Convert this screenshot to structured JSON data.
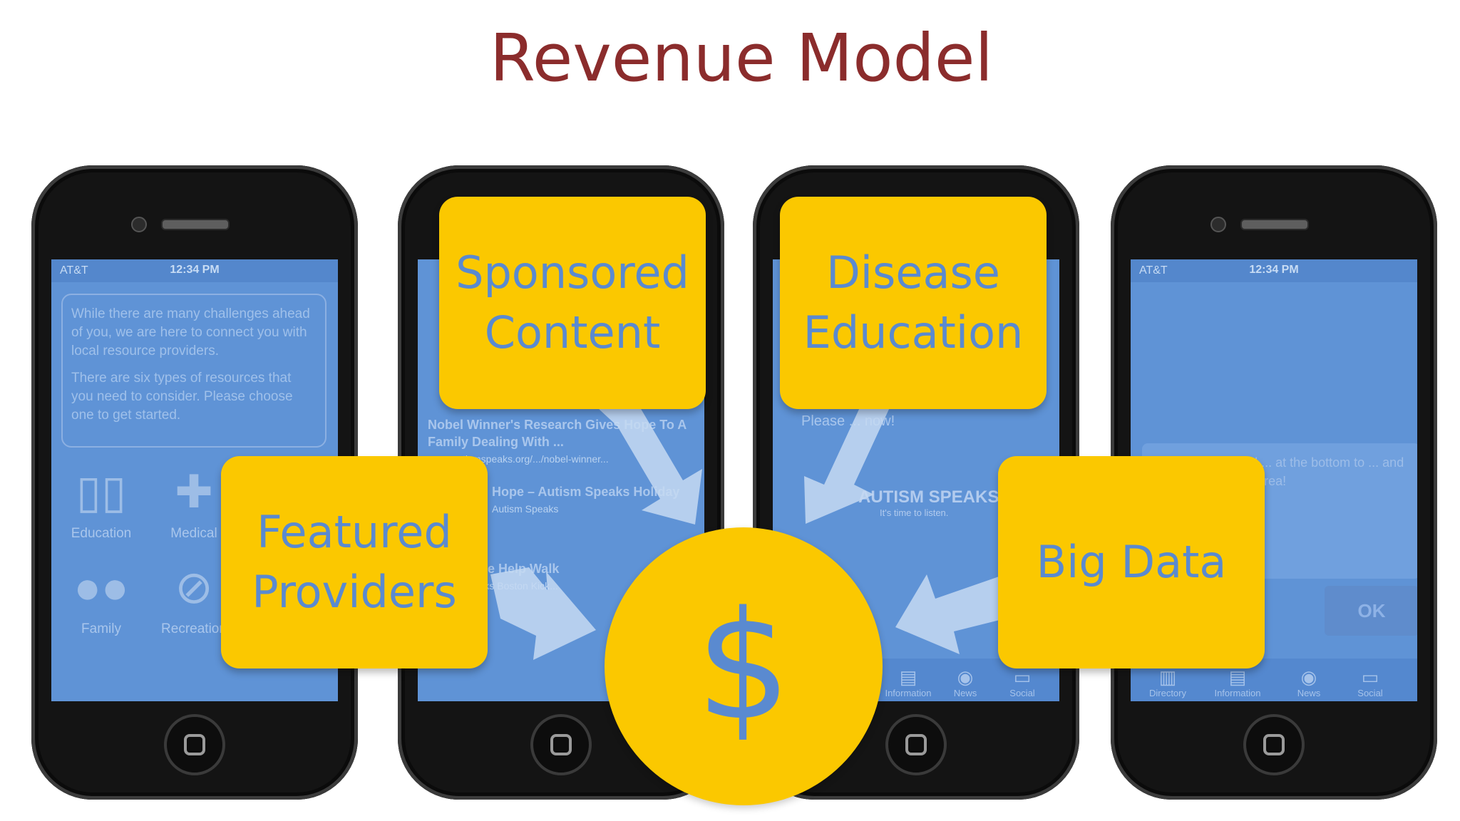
{
  "title": "Revenue Model",
  "phones": {
    "status": {
      "carrier": "AT&T",
      "time": "12:34 PM"
    },
    "phone1": {
      "intro_1": "While there are many challenges ahead of you, we are here to connect you with local resource providers.",
      "intro_2": "There are six types of resources that you need to consider. Please choose one to get started.",
      "categories": [
        "Education",
        "Medical",
        "Family",
        "Recreation"
      ]
    },
    "phone2": {
      "items": [
        {
          "headline": "Nobel Winner's Research Gives Hope To A Family Dealing With ...",
          "url": "www.autismspeaks.org/.../nobel-winner..."
        },
        {
          "headline": "Hope – Autism Speaks Holiday",
          "url": "Autism Speaks"
        },
        {
          "headline": "Fund Hope Help Walk",
          "url": "Autism Speaks Boston Kick..."
        }
      ]
    },
    "phone3": {
      "prompt": "Please ... now!",
      "logo": "AUTISM SPEAKS",
      "logo_tag": "It's time to listen.",
      "tabs": [
        "Information",
        "News",
        "Social"
      ]
    },
    "phone4": {
      "alert": "... information and ... at the bottom to ... and interact ... in your area!",
      "ok": "OK",
      "tabs": [
        "Directory",
        "Information",
        "News",
        "Social"
      ]
    }
  },
  "boxes": {
    "sponsored": "Sponsored Content",
    "disease": "Disease Education",
    "featured": "Featured Providers",
    "bigdata": "Big Data"
  },
  "center_symbol": "$",
  "colors": {
    "title": "#8b2c2c",
    "box_fill": "#fbc800",
    "box_text": "#5a8ad0",
    "screen_overlay": "#5f93d6"
  }
}
